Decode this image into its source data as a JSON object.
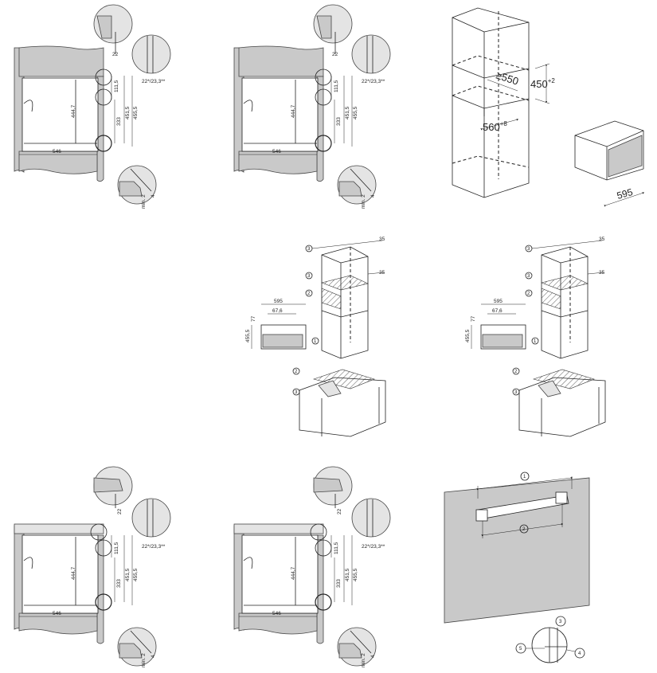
{
  "panels": {
    "top_left": {
      "d22": "22",
      "d_gap": "22*/23,3**",
      "d111": "111,5",
      "d444": "444,7",
      "d333": "333",
      "d451": "451,5",
      "d455": "455,5",
      "d546": "546",
      "dmin": "min. 2",
      "d4": "4"
    },
    "top_mid": {
      "d22": "22",
      "d_gap": "22*/23,3**",
      "d111": "111,5",
      "d444": "444,7",
      "d333": "333",
      "d451": "451,5",
      "d455": "455,5",
      "d546": "546",
      "dmin": "min. 2",
      "d4": "4"
    },
    "top_right": {
      "height_base": "450",
      "height_sup": "+2",
      "depth": "≥550",
      "width_base": "560",
      "width_sup": "+8",
      "appliance_width": "595"
    },
    "mid_mid": {
      "d595": "595",
      "d676": "67,6",
      "d77": "77",
      "d4555": "455,5",
      "n1": "1",
      "n2": "2",
      "n3": "3",
      "dim_a": "35",
      "dim_b": "35"
    },
    "mid_right": {
      "d595": "595",
      "d676": "67,6",
      "d77": "77",
      "d4555": "455,5",
      "n1": "1",
      "n2": "2",
      "n3": "3",
      "dim_a": "35",
      "dim_b": "35"
    },
    "bot_left": {
      "d22": "22",
      "d_gap": "22*/23,3**",
      "d111": "111,5",
      "d444": "444,7",
      "d333": "333",
      "d451": "451,5",
      "d455": "455,5",
      "d546": "546",
      "dmin": "min. 2",
      "d4": "4"
    },
    "bot_mid": {
      "d22": "22",
      "d_gap": "22*/23,3**",
      "d111": "111,5",
      "d444": "444,7",
      "d333": "333",
      "d451": "451,5",
      "d455": "455,5",
      "d546": "546",
      "dmin": "min. 2",
      "d4": "4"
    },
    "bot_right": {
      "n1": "1",
      "n2": "2",
      "n3": "3",
      "n4": "4",
      "n5": "5"
    }
  }
}
